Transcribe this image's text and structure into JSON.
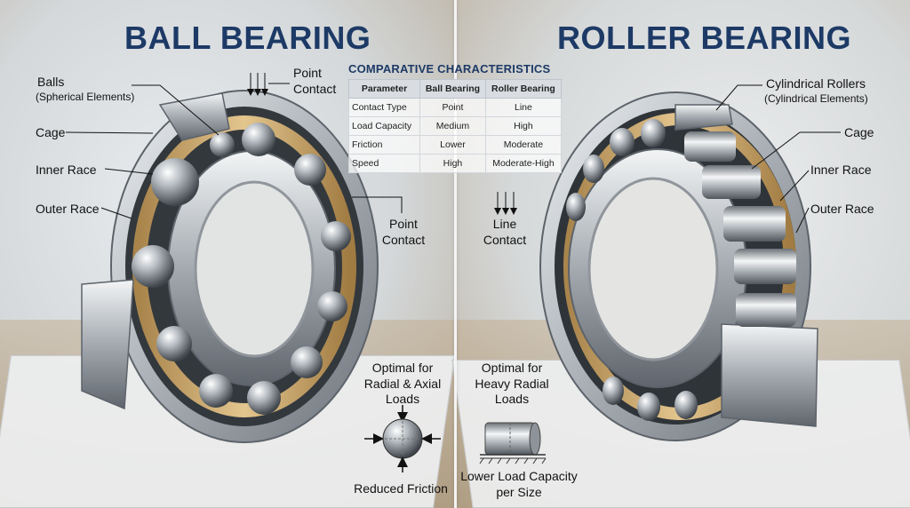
{
  "left": {
    "title": "BALL BEARING",
    "labels": {
      "balls": "Balls",
      "balls_sub": "(Spherical Elements)",
      "cage": "Cage",
      "inner_race": "Inner Race",
      "outer_race": "Outer Race",
      "point_contact_top": "Point\nContact",
      "point_contact_mid": "Point\nContact",
      "optimal": "Optimal for\nRadial & Axial\nLoads",
      "reduced_friction": "Reduced Friction"
    }
  },
  "right": {
    "title": "ROLLER BEARING",
    "labels": {
      "rollers": "Cylindrical Rollers",
      "rollers_sub": "(Cylindrical Elements)",
      "cage": "Cage",
      "inner_race": "Inner Race",
      "outer_race": "Outer Race",
      "line_contact": "Line\nContact",
      "optimal": "Optimal for\nHeavy Radial\nLoads",
      "lower_capacity": "Lower Load Capacity\nper Size"
    }
  },
  "table": {
    "title": "COMPARATIVE CHARACTERISTICS",
    "headers": [
      "Parameter",
      "Ball Bearing",
      "Roller Bearing"
    ],
    "rows": [
      [
        "Contact Type",
        "Point",
        "Line"
      ],
      [
        "Load Capacity",
        "Medium",
        "High"
      ],
      [
        "Friction",
        "Lower",
        "Moderate"
      ],
      [
        "Speed",
        "High",
        "Moderate-High"
      ]
    ]
  },
  "colors": {
    "title": "#1d3a66",
    "cage": "#c8a464",
    "steel": "#b9bec3"
  }
}
